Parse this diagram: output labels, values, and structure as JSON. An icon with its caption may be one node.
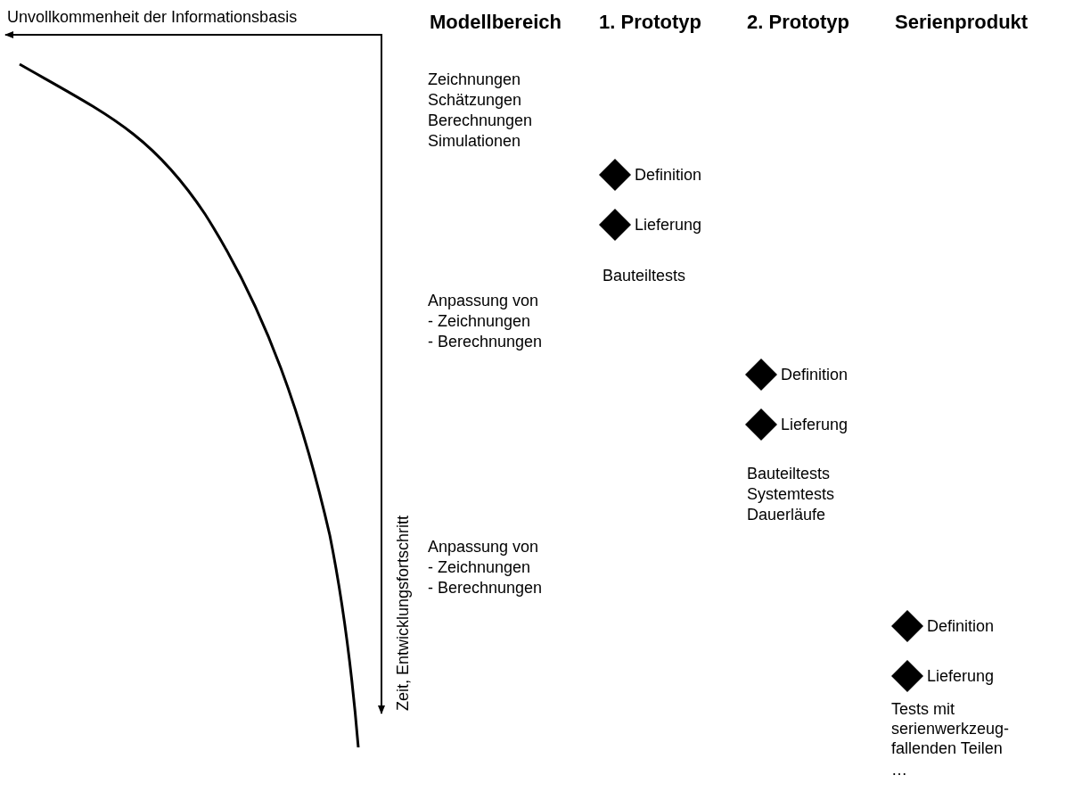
{
  "diagram": {
    "nodes": [
      {
        "text": [],
        "shape": "diamond",
        "beside": [
          "Definition"
        ]
      },
      {
        "text": [],
        "shape": "diamond",
        "beside": [
          "Lieferung"
        ]
      },
      {
        "text": [],
        "shape": "diamond",
        "beside": [
          "Definition"
        ]
      },
      {
        "text": [],
        "shape": "diamond",
        "beside": [
          "Lieferung"
        ]
      },
      {
        "text": [],
        "shape": "diamond",
        "beside": [
          "Definition"
        ]
      },
      {
        "text": [],
        "shape": "diamond",
        "beside": [
          "Lieferung"
        ]
      }
    ],
    "labels": [
      "Unvollkommenheit der Informationsbasis",
      "Modellbereich",
      "1. Prototyp",
      "2. Prototyp",
      "Serienprodukt",
      "Zeichnungen",
      "Schätzungen",
      "Berechnungen",
      "Simulationen",
      "Bauteiltests",
      "Anpassung von",
      "- Zeichnungen",
      "- Berechnungen",
      "Bauteiltests",
      "Systemtests",
      "Dauerläufe",
      "Anpassung von",
      "- Zeichnungen",
      "- Berechnungen",
      "Tests mit serienwerkzeug- fallenden Teilen",
      "…",
      "Zeit, Entwicklungsfortschritt"
    ]
  }
}
